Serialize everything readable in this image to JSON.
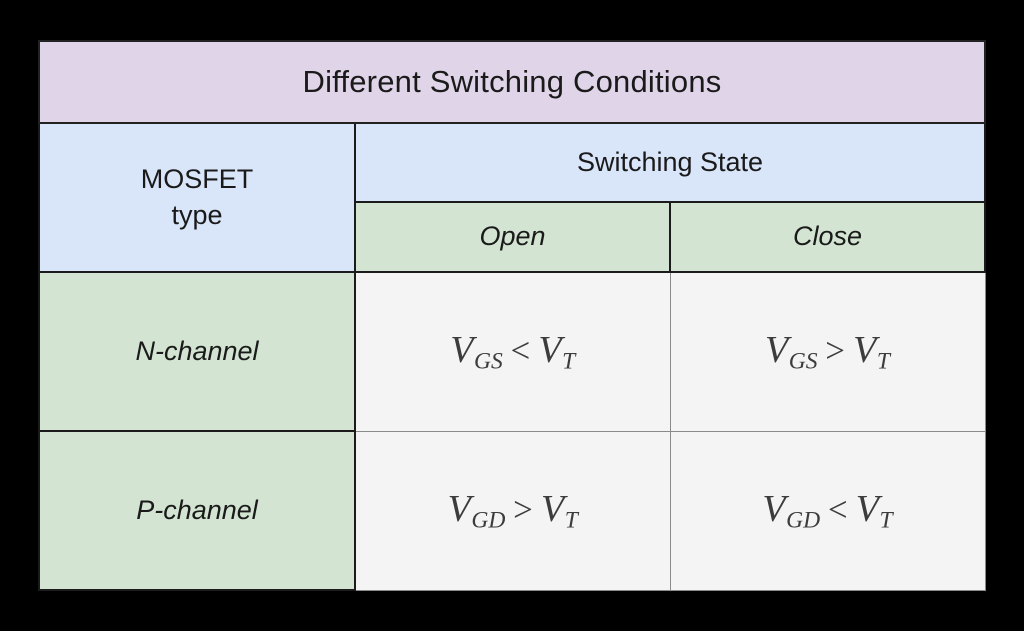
{
  "table": {
    "title": "Different Switching Conditions",
    "row_header_label_line1": "MOSFET",
    "row_header_label_line2": "type",
    "group_header": "Switching State",
    "column_headers": [
      "Open",
      "Close"
    ],
    "rows": [
      {
        "label": "N-channel",
        "cells": [
          {
            "lhs_var": "V",
            "lhs_sub": "GS",
            "op": "<",
            "rhs_var": "V",
            "rhs_sub": "T",
            "text": "V_GS < V_T"
          },
          {
            "lhs_var": "V",
            "lhs_sub": "GS",
            "op": ">",
            "rhs_var": "V",
            "rhs_sub": "T",
            "text": "V_GS > V_T"
          }
        ]
      },
      {
        "label": "P-channel",
        "cells": [
          {
            "lhs_var": "V",
            "lhs_sub": "GD",
            "op": ">",
            "rhs_var": "V",
            "rhs_sub": "T",
            "text": "V_GD > V_T"
          },
          {
            "lhs_var": "V",
            "lhs_sub": "GD",
            "op": "<",
            "rhs_var": "V",
            "rhs_sub": "T",
            "text": "V_GD < V_T"
          }
        ]
      }
    ]
  },
  "colors": {
    "page_background": "#000000",
    "title_background": "#e0d4e9",
    "header_blue": "#d9e5f8",
    "header_green": "#d3e5d2",
    "cell_background": "#f4f4f4",
    "text": "#181818",
    "formula_text": "#3c3c3c",
    "border_dark": "#1b1b1b",
    "border_light": "#8a8a8a"
  }
}
